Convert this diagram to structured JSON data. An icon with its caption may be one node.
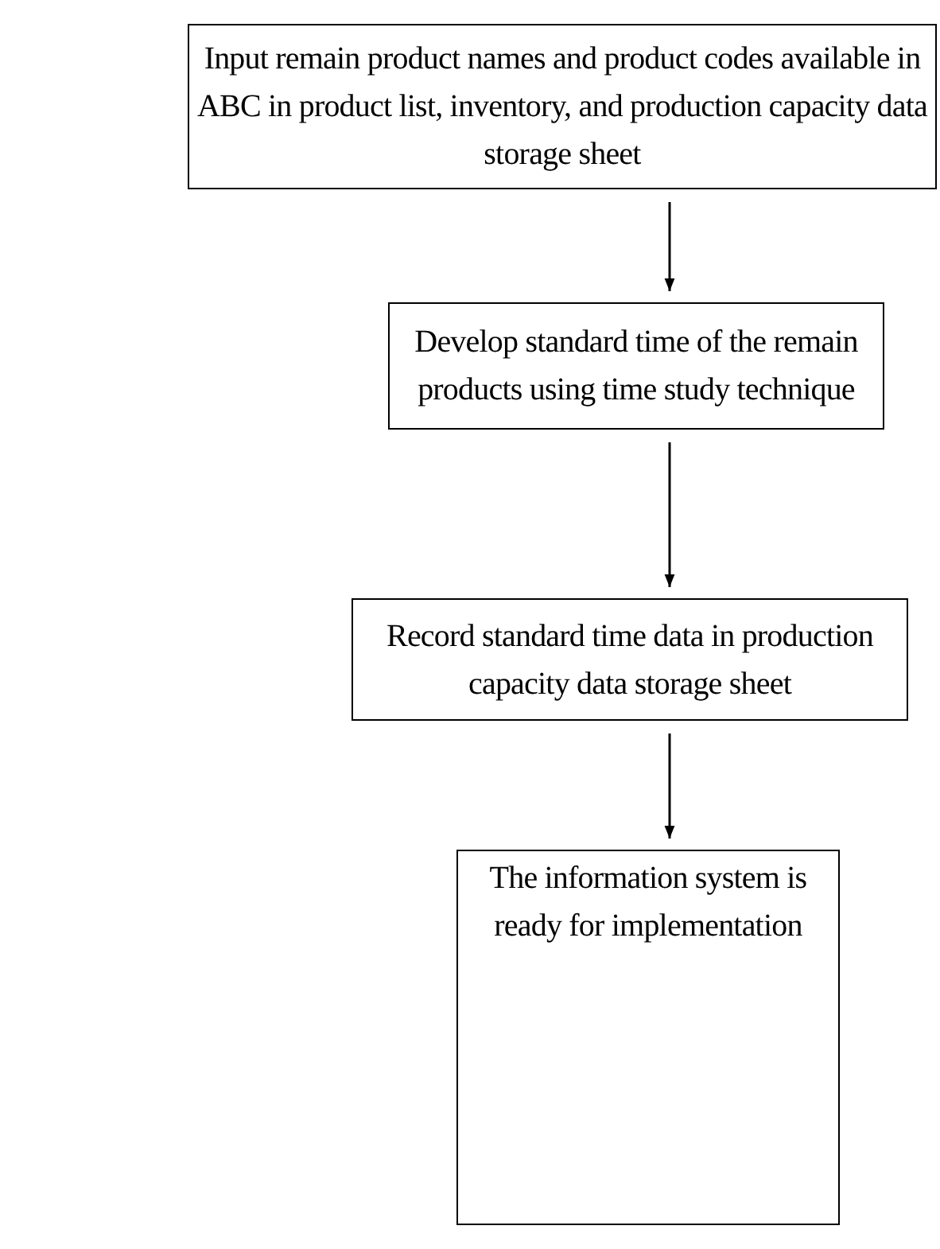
{
  "diagram": {
    "nodes": [
      {
        "text": [
          "Input remain product names and product codes available in ABC in product list, inventory, and production capacity data storage sheet"
        ]
      },
      {
        "text": [
          "Develop standard time of the remain products using time study technique"
        ]
      },
      {
        "text": [
          "Record standard time data in production capacity data storage sheet"
        ]
      },
      {
        "text": [
          "The information system is ready for implementation"
        ]
      }
    ],
    "edges": [
      {
        "from": 0,
        "to": 1,
        "arrow": "to"
      },
      {
        "from": 1,
        "to": 2,
        "arrow": "to"
      },
      {
        "from": 2,
        "to": 3,
        "arrow": "to"
      }
    ]
  }
}
